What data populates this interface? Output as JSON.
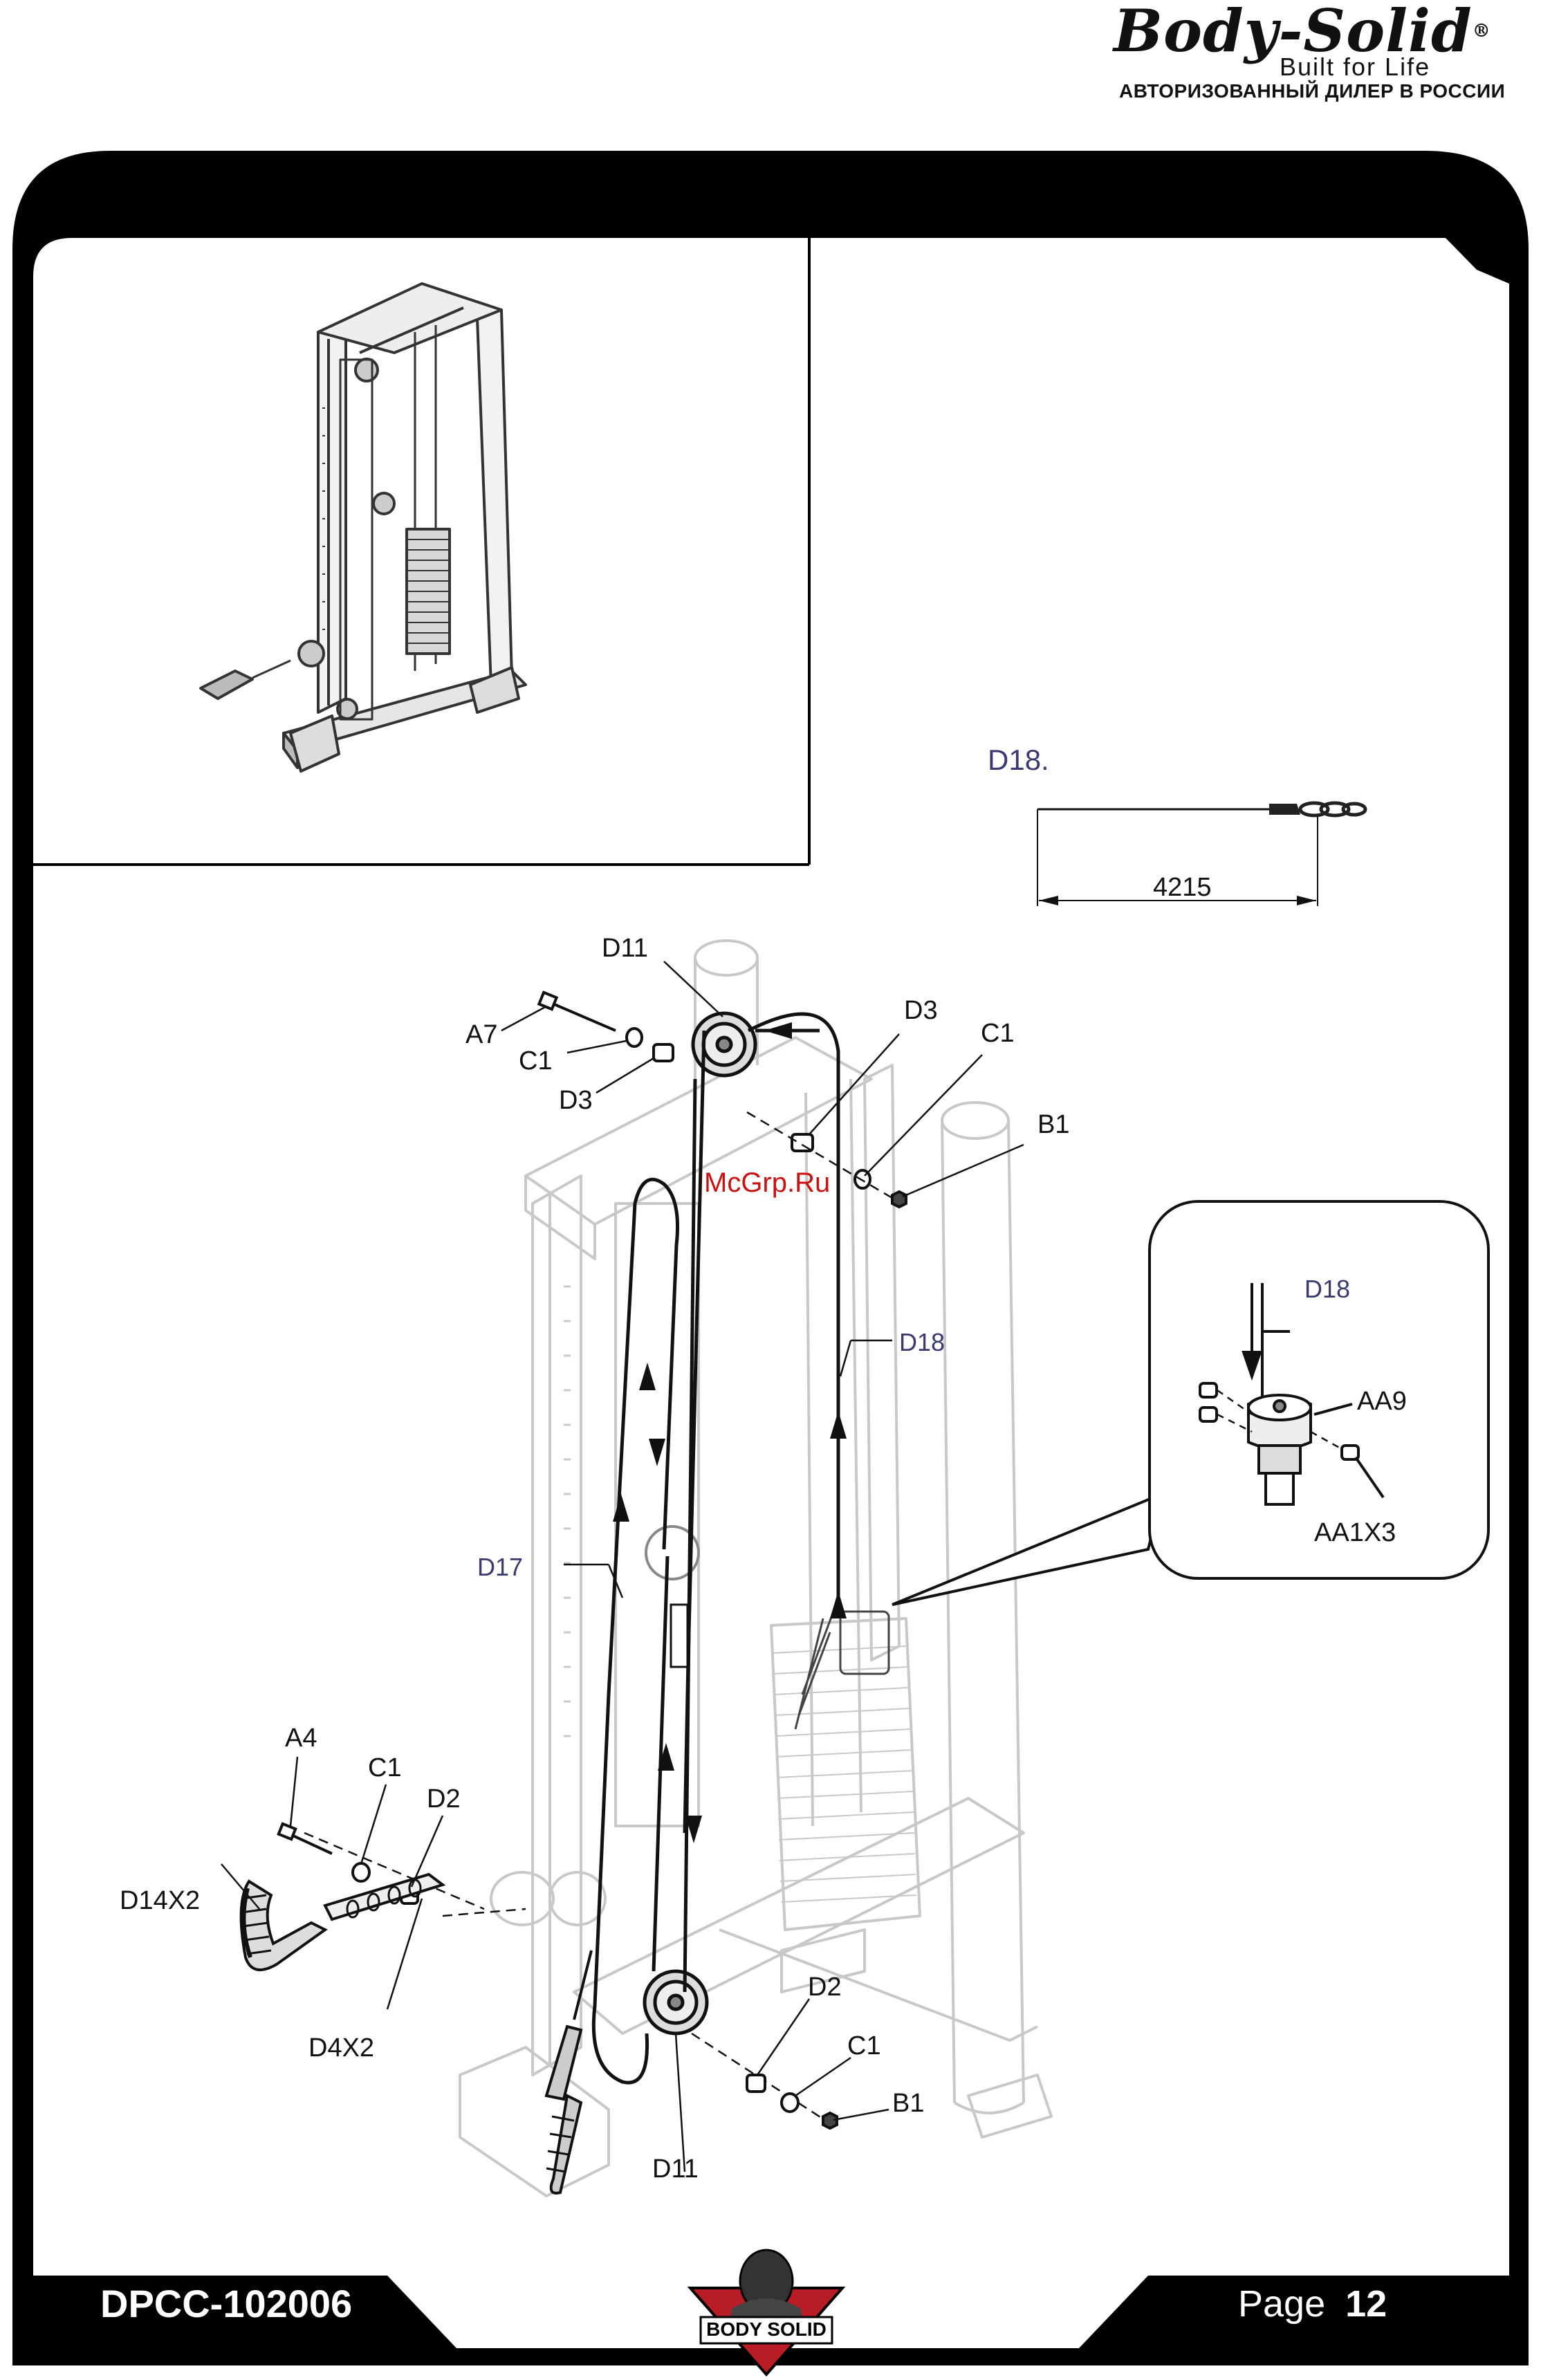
{
  "brand": {
    "name": "Body-Solid",
    "trademark": "®",
    "tagline": "Built for Life",
    "dealer": "АВТОРИЗОВАННЫЙ ДИЛЕР В РОССИИ"
  },
  "watermark": "McGrp.Ru",
  "cable_spec": {
    "part": "D18.",
    "length": "4215"
  },
  "detail_labels": {
    "cable": "D18",
    "clamp": "AA9",
    "screws": "AA1X3"
  },
  "callouts": {
    "d11_top": "D11",
    "a7": "A7",
    "c1_left": "C1",
    "d3_left": "D3",
    "d3_right": "D3",
    "c1_right": "C1",
    "b1_top": "B1",
    "d18": "D18",
    "d17": "D17",
    "a4": "A4",
    "c1_handle": "C1",
    "d2_handle": "D2",
    "d14x2": "D14X2",
    "d4x2": "D4X2",
    "d2_bottom": "D2",
    "c1_bottom": "C1",
    "b1_bottom": "B1",
    "d11_bottom": "D11"
  },
  "footer": {
    "model": "DPCC-102006",
    "page_label": "Page",
    "page_number": "12",
    "center_logo": "BODY SOLID"
  },
  "colors": {
    "frame": "#000000",
    "line_art": "#222222",
    "ghost_frame": "#c8c8c8",
    "watermark": "#cc1111",
    "label_blue": "#3a3a70"
  }
}
